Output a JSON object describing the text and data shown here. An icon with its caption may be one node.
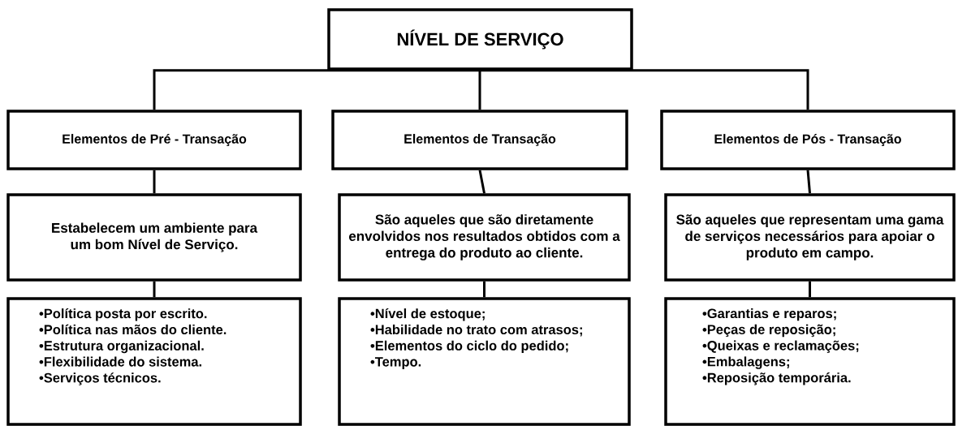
{
  "diagram": {
    "nodes": [
      {
        "text": [
          "NÍVEL DE SERVIÇO"
        ]
      },
      {
        "text": [
          "Elementos de Pré - Transação"
        ]
      },
      {
        "text": [
          "Elementos de Transação"
        ]
      },
      {
        "text": [
          "Elementos de Pós - Transação"
        ]
      },
      {
        "text": [
          "Estabelecem um ambiente para um bom Nível de Serviço."
        ]
      },
      {
        "text": [
          "São aqueles que são diretamente envolvidos nos resultados obtidos com a entrega do produto ao cliente."
        ]
      },
      {
        "text": [
          "São aqueles que representam uma gama de serviços necessários para apoiar o produto em campo."
        ]
      },
      {
        "text": [
          "•Política posta por escrito.",
          "•Política nas mãos do cliente.",
          "•Estrutura organizacional.",
          "•Flexibilidade do sistema.",
          "•Serviços técnicos."
        ]
      },
      {
        "text": [
          "•Nível de estoque;",
          "•Habilidade no trato com atrasos;",
          "•Elementos do ciclo do pedido;",
          "•Tempo."
        ]
      },
      {
        "text": [
          "•Garantias e reparos;",
          "•Peças de reposição;",
          "•Queixas e reclamações;",
          "•Embalagens;",
          "•Reposição temporária."
        ]
      }
    ],
    "edges": [
      {
        "from": 0,
        "to": 1,
        "arrow": "none"
      },
      {
        "from": 0,
        "to": 2,
        "arrow": "none"
      },
      {
        "from": 0,
        "to": 3,
        "arrow": "none"
      },
      {
        "from": 1,
        "to": 4,
        "arrow": "none"
      },
      {
        "from": 2,
        "to": 5,
        "arrow": "none"
      },
      {
        "from": 3,
        "to": 6,
        "arrow": "none"
      },
      {
        "from": 4,
        "to": 7,
        "arrow": "none"
      },
      {
        "from": 5,
        "to": 8,
        "arrow": "none"
      },
      {
        "from": 6,
        "to": 9,
        "arrow": "none"
      }
    ]
  }
}
